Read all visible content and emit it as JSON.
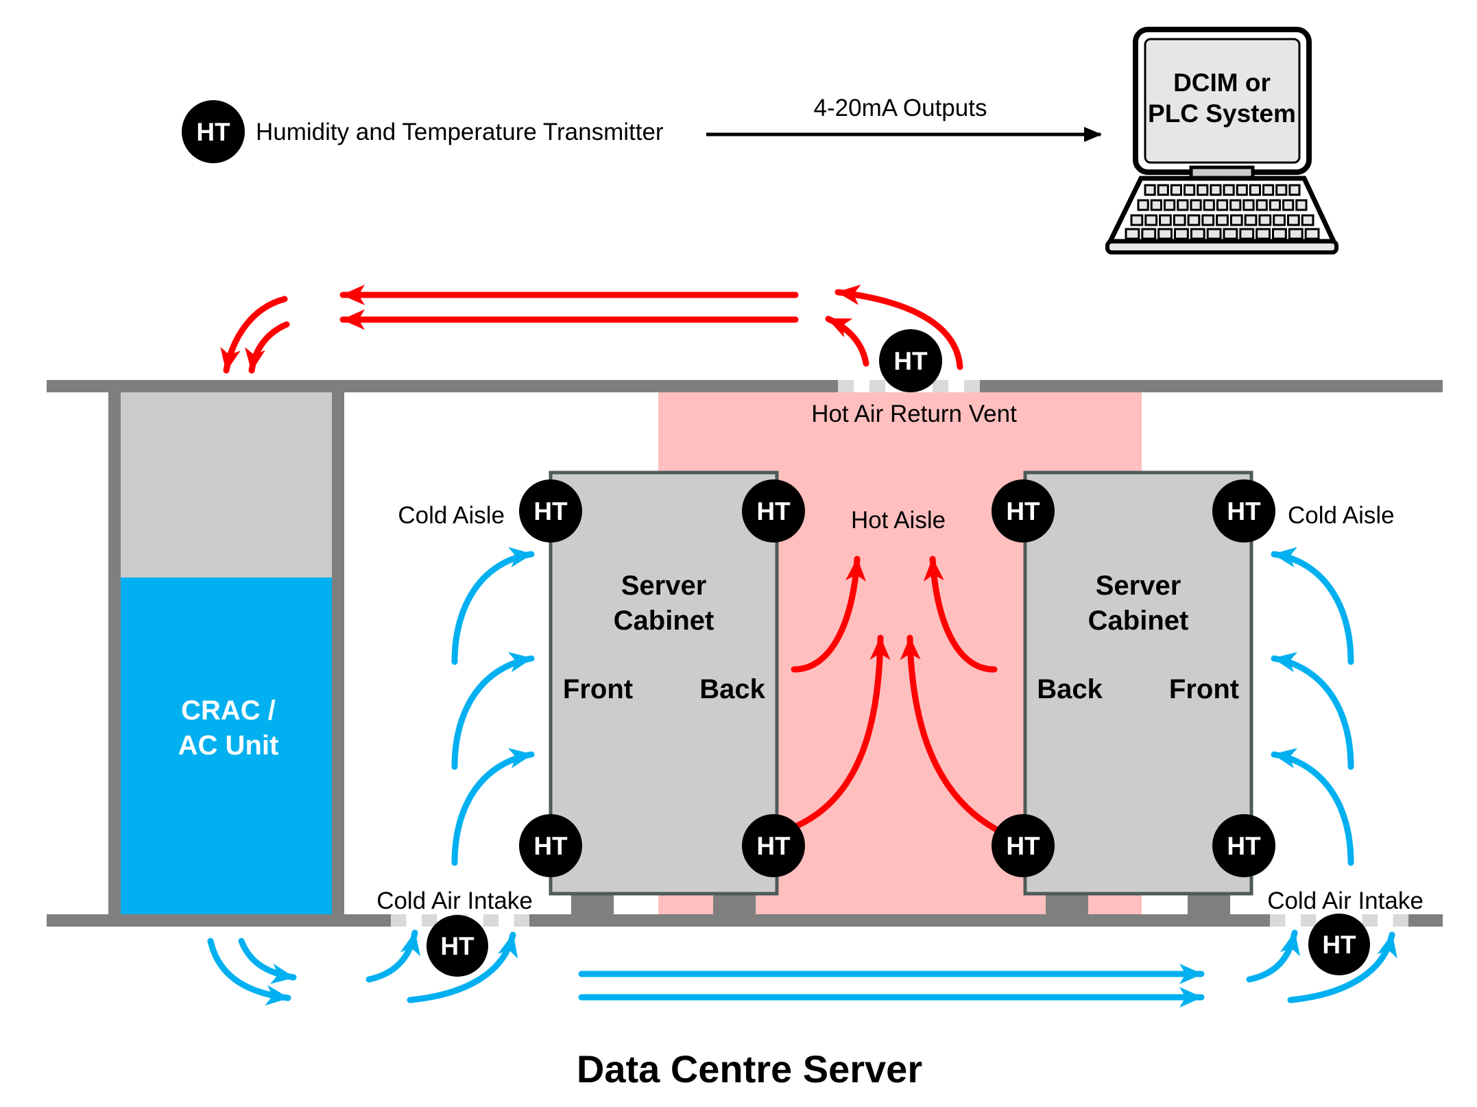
{
  "legend": {
    "badge": "HT",
    "label": "Humidity and Temperature Transmitter",
    "output_label": "4-20mA Outputs"
  },
  "system": {
    "line1": "DCIM or",
    "line2": "PLC System"
  },
  "labels": {
    "hot_air_return_vent": "Hot Air Return Vent",
    "hot_aisle": "Hot Aisle",
    "cold_aisle_left": "Cold Aisle",
    "cold_aisle_right": "Cold Aisle",
    "cold_air_intake_left": "Cold Air Intake",
    "cold_air_intake_right": "Cold Air Intake"
  },
  "crac": {
    "line1": "CRAC /",
    "line2": "AC Unit"
  },
  "cabinets": [
    {
      "line1": "Server",
      "line2": "Cabinet",
      "side_a": "Front",
      "side_b": "Back"
    },
    {
      "line1": "Server",
      "line2": "Cabinet",
      "side_a": "Back",
      "side_b": "Front"
    }
  ],
  "sensor_badge": "HT",
  "title": "Data Centre Server",
  "colors": {
    "hot_air": "#ff0000",
    "cold_air": "#00b0f0",
    "hot_aisle_fill": "#ffbfbf",
    "crac_fill": "#00b0f0",
    "cabinet_fill": "#cccccc",
    "structure": "#7f7f7f",
    "badge": "#000000"
  }
}
